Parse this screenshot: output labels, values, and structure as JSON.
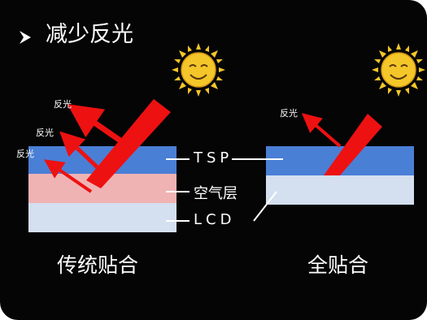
{
  "title": "减少反光",
  "reflection_label": "反光",
  "layers": {
    "tsp": "TSP",
    "air_gap": "空气层",
    "lcd": "LCD"
  },
  "captions": {
    "left": "传统贴合",
    "right": "全贴合"
  },
  "colors": {
    "background": "#050505",
    "tsp_layer": "#4a7fd6",
    "air_gap_layer": "#efb3b3",
    "lcd_layer": "#d4dff0",
    "light_ray": "#ee1111",
    "sun": "#f4c62a"
  },
  "icons": [
    "bullet-arrow-icon",
    "sun-icon",
    "sun-icon"
  ]
}
